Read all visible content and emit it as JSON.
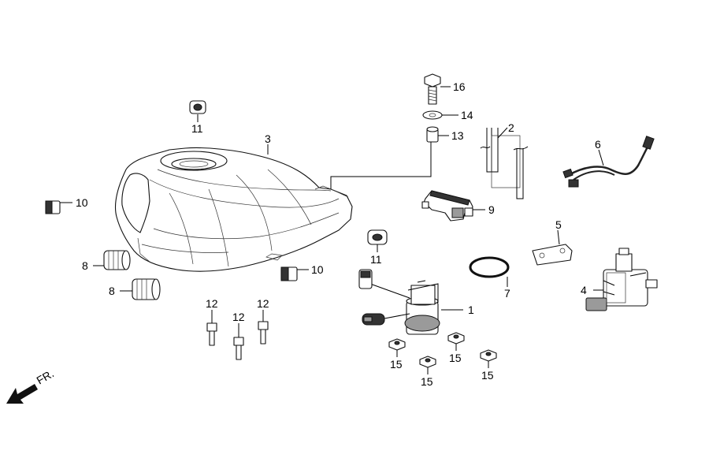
{
  "diagram": {
    "direction_label": "FR.",
    "callouts": [
      {
        "id": "p1",
        "label": "1"
      },
      {
        "id": "p2",
        "label": "2"
      },
      {
        "id": "p3",
        "label": "3"
      },
      {
        "id": "p4",
        "label": "4"
      },
      {
        "id": "p5",
        "label": "5"
      },
      {
        "id": "p6",
        "label": "6"
      },
      {
        "id": "p7",
        "label": "7"
      },
      {
        "id": "p8a",
        "label": "8"
      },
      {
        "id": "p8b",
        "label": "8"
      },
      {
        "id": "p9",
        "label": "9"
      },
      {
        "id": "p10a",
        "label": "10"
      },
      {
        "id": "p10b",
        "label": "10"
      },
      {
        "id": "p11a",
        "label": "11"
      },
      {
        "id": "p11b",
        "label": "11"
      },
      {
        "id": "p12a",
        "label": "12"
      },
      {
        "id": "p12b",
        "label": "12"
      },
      {
        "id": "p12c",
        "label": "12"
      },
      {
        "id": "p13",
        "label": "13"
      },
      {
        "id": "p14",
        "label": "14"
      },
      {
        "id": "p15a",
        "label": "15"
      },
      {
        "id": "p15b",
        "label": "15"
      },
      {
        "id": "p15c",
        "label": "15"
      },
      {
        "id": "p15d",
        "label": "15"
      },
      {
        "id": "p16",
        "label": "16"
      }
    ]
  }
}
